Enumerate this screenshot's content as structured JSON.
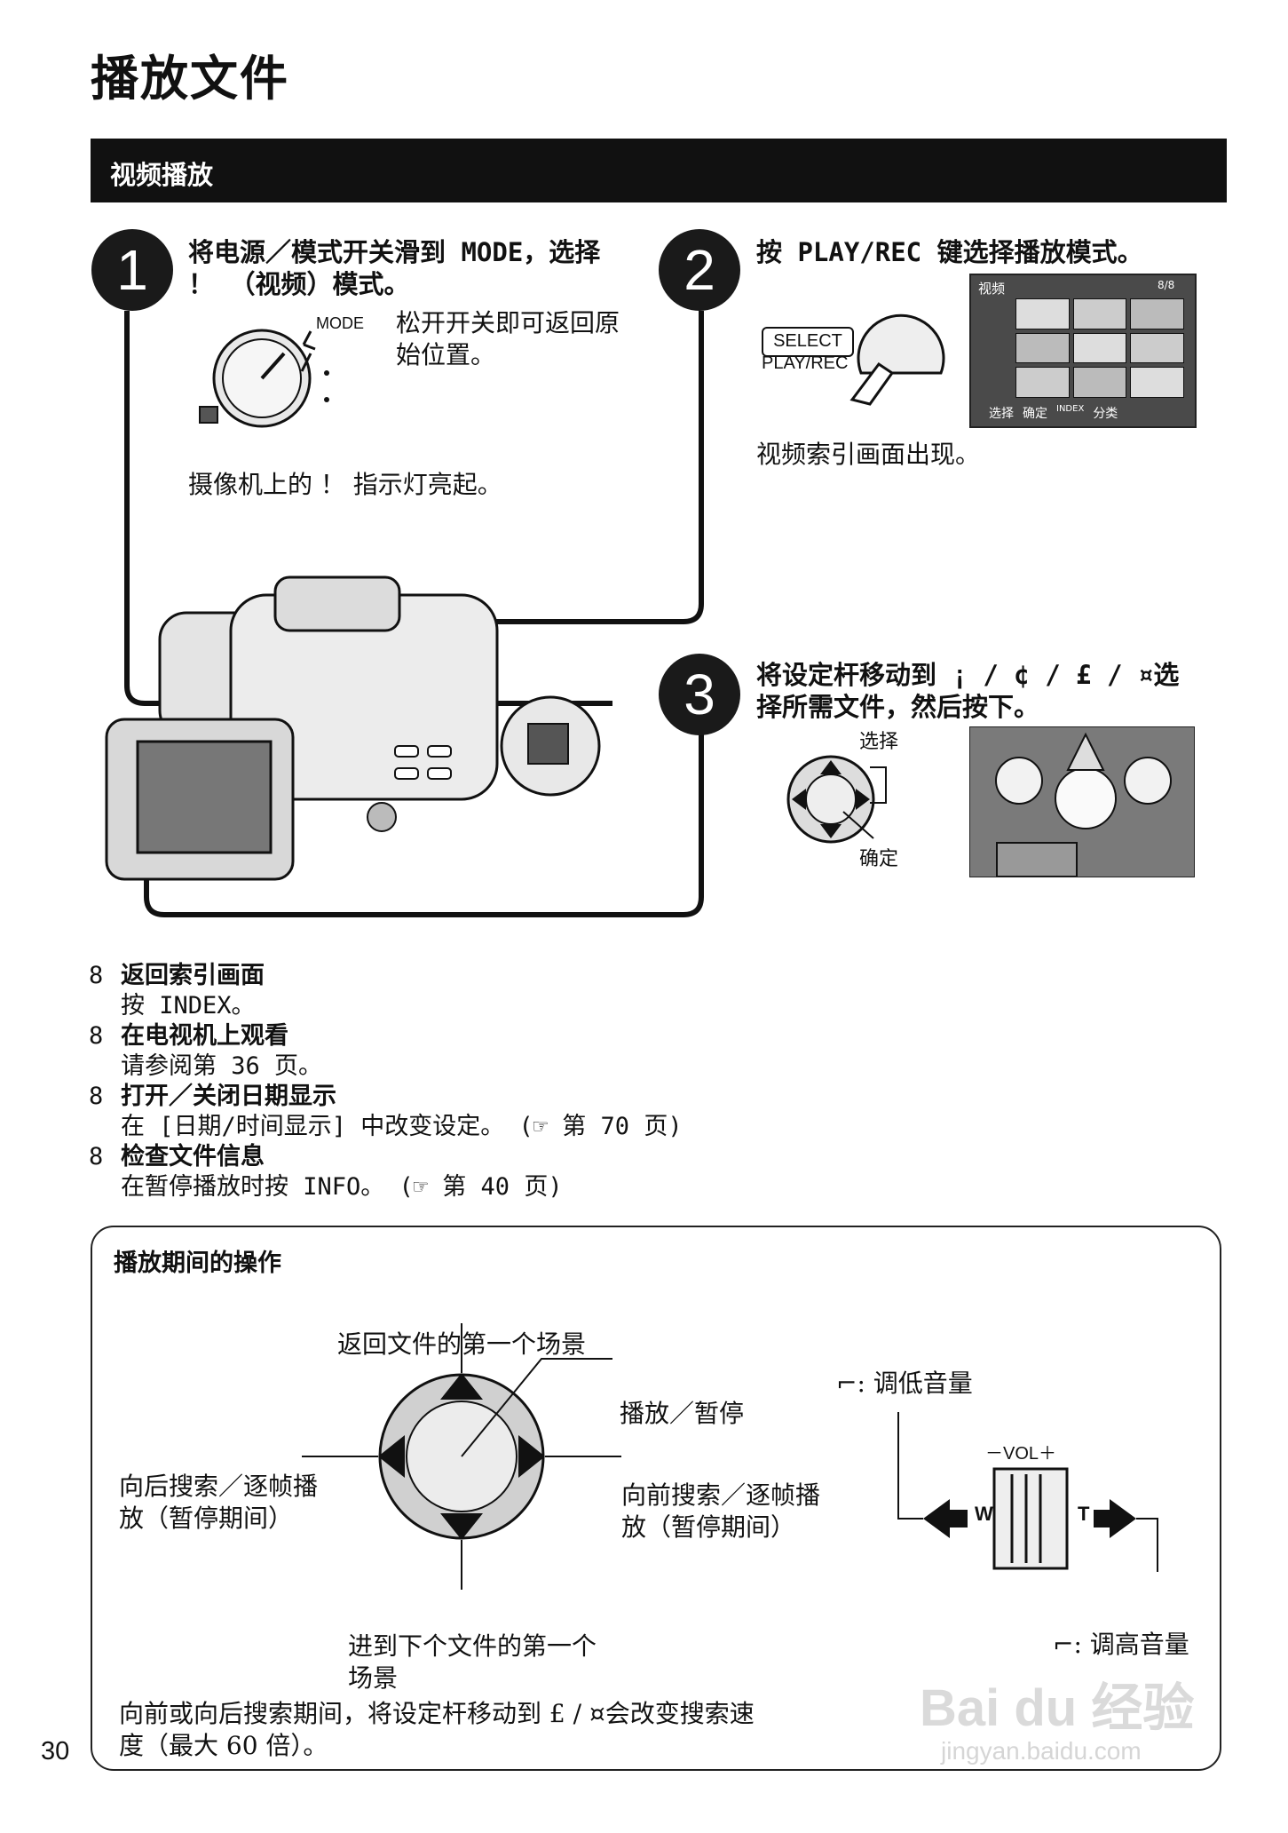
{
  "page_title": "播放文件",
  "section_title": "视频播放",
  "steps": [
    {
      "number": "1",
      "line1": "将电源／模式开关滑到 MODE，选择",
      "line2": "！ （视频）模式。",
      "switch_label": "MODE",
      "note_line1": "松开开关即可返回原",
      "note_line2": "始位置。",
      "indicator_text": "摄像机上的 ！  指示灯亮起。"
    },
    {
      "number": "2",
      "text": "按 PLAY/REC 键选择播放模式。",
      "button_label_top": "SELECT",
      "button_label_bottom": "PLAY/REC",
      "screen_title": "视频",
      "screen_count": "8/8",
      "screen_footer": [
        "选择",
        "确定",
        "INDEX",
        "分类"
      ],
      "result_text": "视频索引画面出现。"
    },
    {
      "number": "3",
      "line1": "将设定杆移动到 ¡  / ¢  / £ / ¤选",
      "line2": "择所需文件，然后按下。",
      "label_select": "选择",
      "label_confirm": "确定"
    }
  ],
  "notes": [
    {
      "bullet": "8",
      "title": "返回索引画面",
      "desc": "按 INDEX。"
    },
    {
      "bullet": "8",
      "title": "在电视机上观看",
      "desc": "请参阅第 36 页。"
    },
    {
      "bullet": "8",
      "title": "打开／关闭日期显示",
      "desc": "在 [日期/时间显示] 中改变设定。 (☞ 第 70 页)"
    },
    {
      "bullet": "8",
      "title": "检查文件信息",
      "desc": "在暂停播放时按 INFO。 (☞ 第 40 页)"
    }
  ],
  "operations": {
    "title": "播放期间的操作",
    "up": "返回文件的第一个场景",
    "center": "播放／暂停",
    "left_line1": "向后搜索／逐帧播",
    "left_line2": "放（暂停期间）",
    "right_line1": "向前搜索／逐帧播",
    "right_line2": "放（暂停期间）",
    "down_line1": "进到下个文件的第一个",
    "down_line2": "场景",
    "vol_down": "⌐: 调低音量",
    "vol_label": "－VOL＋",
    "vol_w": "W",
    "vol_t": "T",
    "vol_up": "⌐: 调高音量",
    "footer_line1": "向前或向后搜索期间，将设定杆移动到 £ / ¤会改变搜索速",
    "footer_line2": "度（最大 60 倍）。"
  },
  "page_number": "30",
  "watermark_line1": "Bai du 经验",
  "watermark_line2": "jingyan.baidu.com"
}
